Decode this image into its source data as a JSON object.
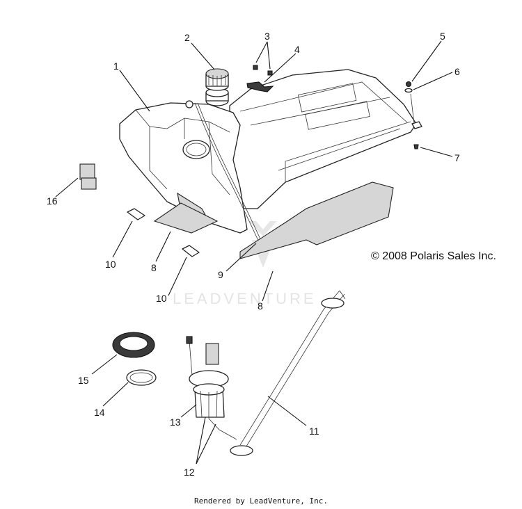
{
  "copyright": "© 2008 Polaris Sales Inc.",
  "watermark": "LEADVENTURE",
  "footer": "Rendered by LeadVenture, Inc.",
  "callouts": {
    "c1": "1",
    "c2": "2",
    "c3": "3",
    "c4": "4",
    "c5": "5",
    "c6": "6",
    "c7": "7",
    "c8a": "8",
    "c8b": "8",
    "c9": "9",
    "c10a": "10",
    "c10b": "10",
    "c11": "11",
    "c12": "12",
    "c13": "13",
    "c14": "14",
    "c15": "15",
    "c16": "16"
  }
}
